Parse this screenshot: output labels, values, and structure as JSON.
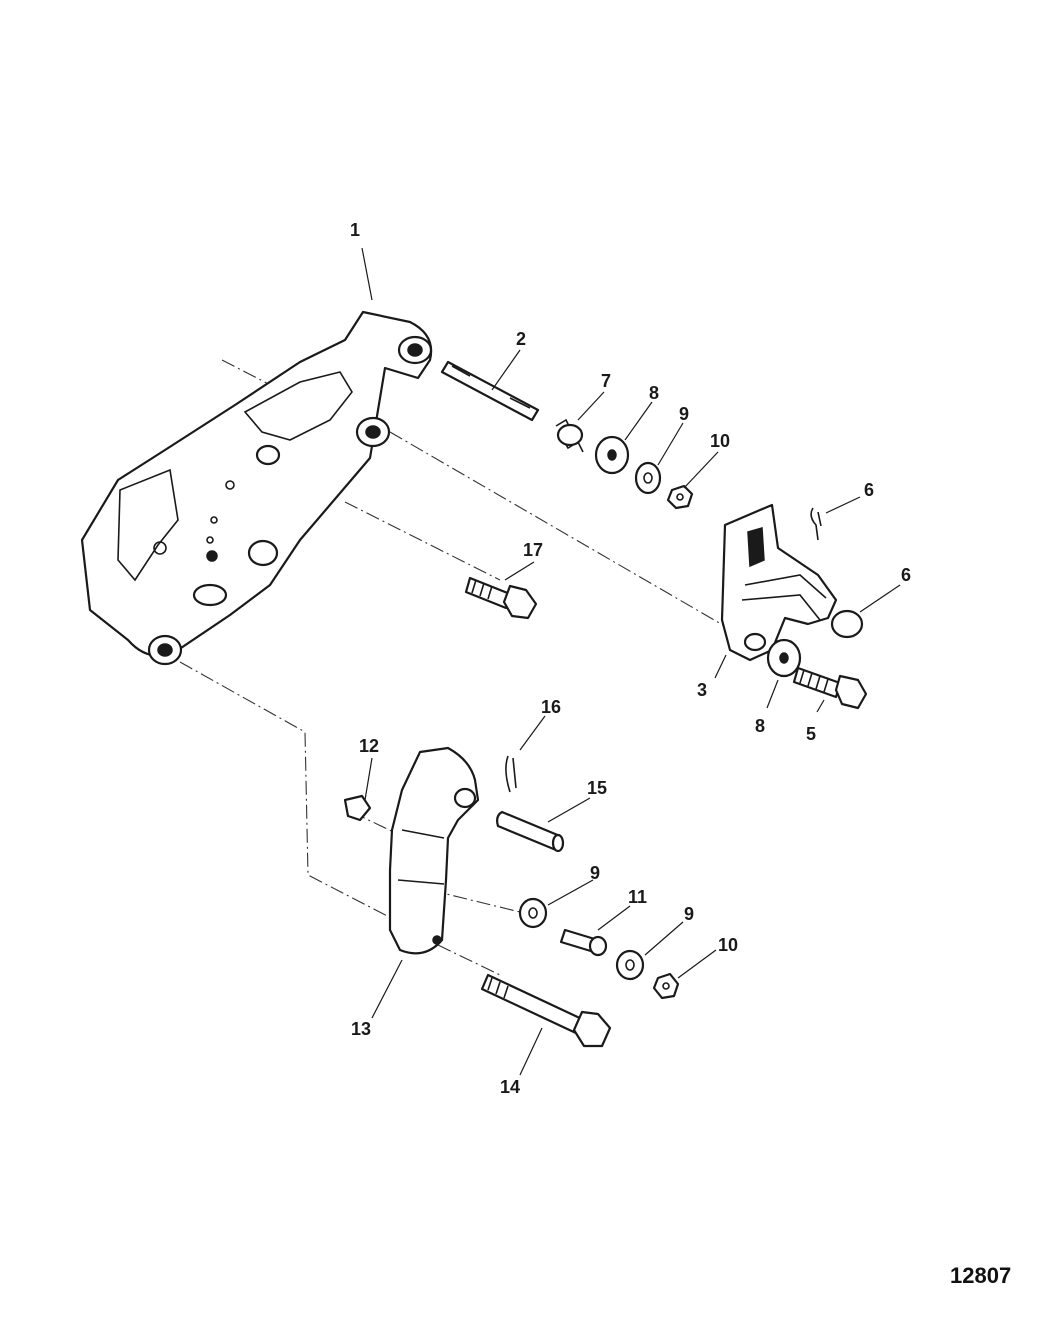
{
  "figure_number": "12807",
  "callouts": {
    "c1": "1",
    "c2": "2",
    "c3": "3",
    "c5": "5",
    "c6a": "6",
    "c6b": "6",
    "c7": "7",
    "c8a": "8",
    "c8b": "8",
    "c9a": "9",
    "c9b": "9",
    "c9c": "9",
    "c10a": "10",
    "c10b": "10",
    "c11": "11",
    "c12": "12",
    "c13": "13",
    "c14": "14",
    "c15": "15",
    "c16": "16",
    "c17": "17"
  }
}
